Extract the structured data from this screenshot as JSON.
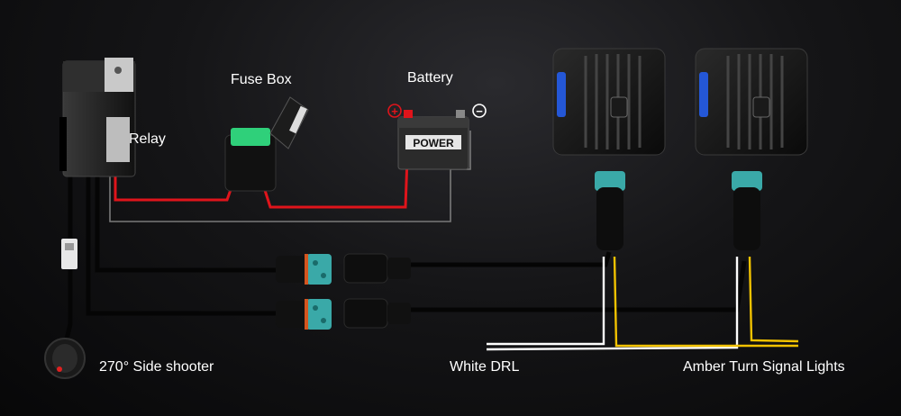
{
  "labels": {
    "relay": "Relay",
    "fuse_box": "Fuse Box",
    "battery": "Battery",
    "battery_brand": "POWER",
    "switch": "270° Side shooter",
    "white_drl": "White DRL",
    "amber": "Amber Turn Signal Lights"
  },
  "colors": {
    "background": "#111113",
    "power_wire": "#e0141b",
    "ground_wire": "#7a7a7a",
    "harness_wire": "#050505",
    "white_wire": "#ffffff",
    "amber_wire": "#f2c200",
    "connector_teal": "#3aa9a8",
    "connector_orange": "#d4551f",
    "fuse_green": "#2fd07a",
    "light_accent_blue": "#2457d6",
    "switch_led": "#e02020",
    "positive_terminal": "#e0141b",
    "negative_terminal": "#ffffff"
  },
  "symbols": {
    "positive": "+",
    "negative": "−"
  }
}
